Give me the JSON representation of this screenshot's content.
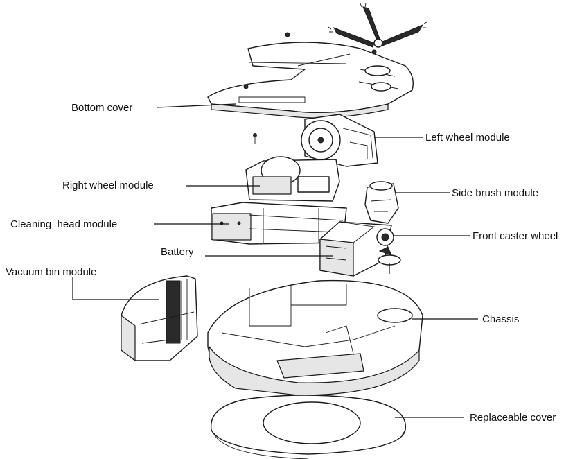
{
  "labels": {
    "bottom_cover": "Bottom cover",
    "left_wheel_module": "Left wheel module",
    "right_wheel_module": "Right wheel module",
    "side_brush_module": "Side brush module",
    "cleaning_head_module": "Cleaning  head module",
    "front_caster_wheel": "Front caster wheel",
    "battery": "Battery",
    "vacuum_bin_module": "Vacuum bin module",
    "chassis": "Chassis",
    "replaceable_cover": "Replaceable cover"
  },
  "colors": {
    "line": "#111111",
    "part_fill": "#ffffff",
    "shade_fill": "#e6e6e6",
    "dark_fill": "#2a2a2a"
  }
}
